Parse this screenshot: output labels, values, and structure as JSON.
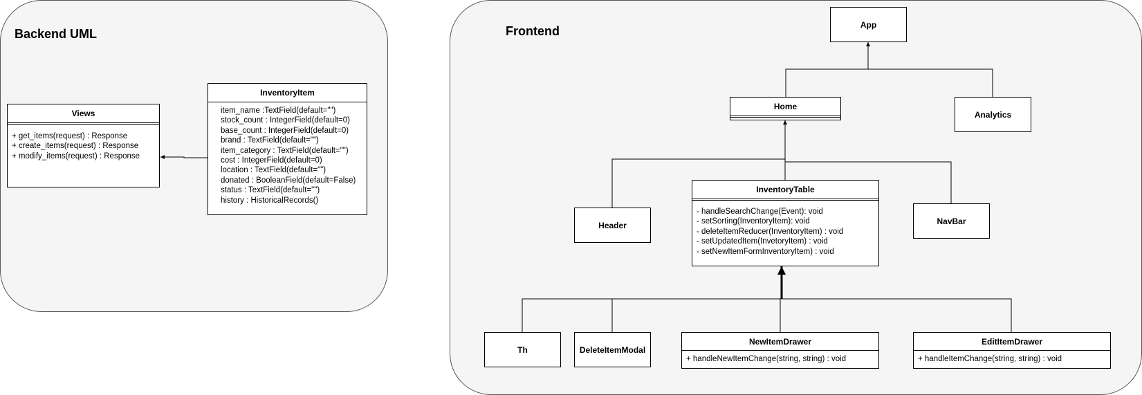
{
  "backend": {
    "title": "Backend UML",
    "views": {
      "name": "Views",
      "methods": [
        "+ get_items(request) : Response",
        "+ create_items(request) : Response",
        "+ modify_items(request) : Response"
      ]
    },
    "inventory_item": {
      "name": "InventoryItem",
      "fields": [
        "item_name :TextField(default=\"\")",
        "stock_count : IntegerField(default=0)",
        "base_count : IntegerField(default=0)",
        "brand : TextField(default=\"\")",
        "item_category : TextField(default=\"\")",
        "cost : IntegerField(default=0)",
        "location : TextField(default=\"\")",
        "donated : BooleanField(default=False)",
        "status : TextField(default=\"\")",
        "history : HistoricalRecords()"
      ]
    }
  },
  "frontend": {
    "title": "Frontend",
    "app": "App",
    "home": "Home",
    "analytics": "Analytics",
    "header": "Header",
    "navbar": "NavBar",
    "inventory_table": {
      "name": "InventoryTable",
      "methods": [
        "- handleSearchChange(Event): void",
        "- setSorting(InventoryItem): void",
        "- deleteItemReducer(InventoryItem) : void",
        "- setUpdatedItem(InvetoryItem) : void",
        "- setNewItemFormInventoryItem) : void"
      ]
    },
    "th": "Th",
    "delete_item_modal": "DeleteItemModal",
    "new_item_drawer": {
      "name": "NewItemDrawer",
      "methods": [
        "+ handleNewItemChange(string, string) : void"
      ]
    },
    "edit_item_drawer": {
      "name": "EditItemDrawer",
      "methods": [
        "+ handleItemChange(string, string) : void"
      ]
    }
  }
}
